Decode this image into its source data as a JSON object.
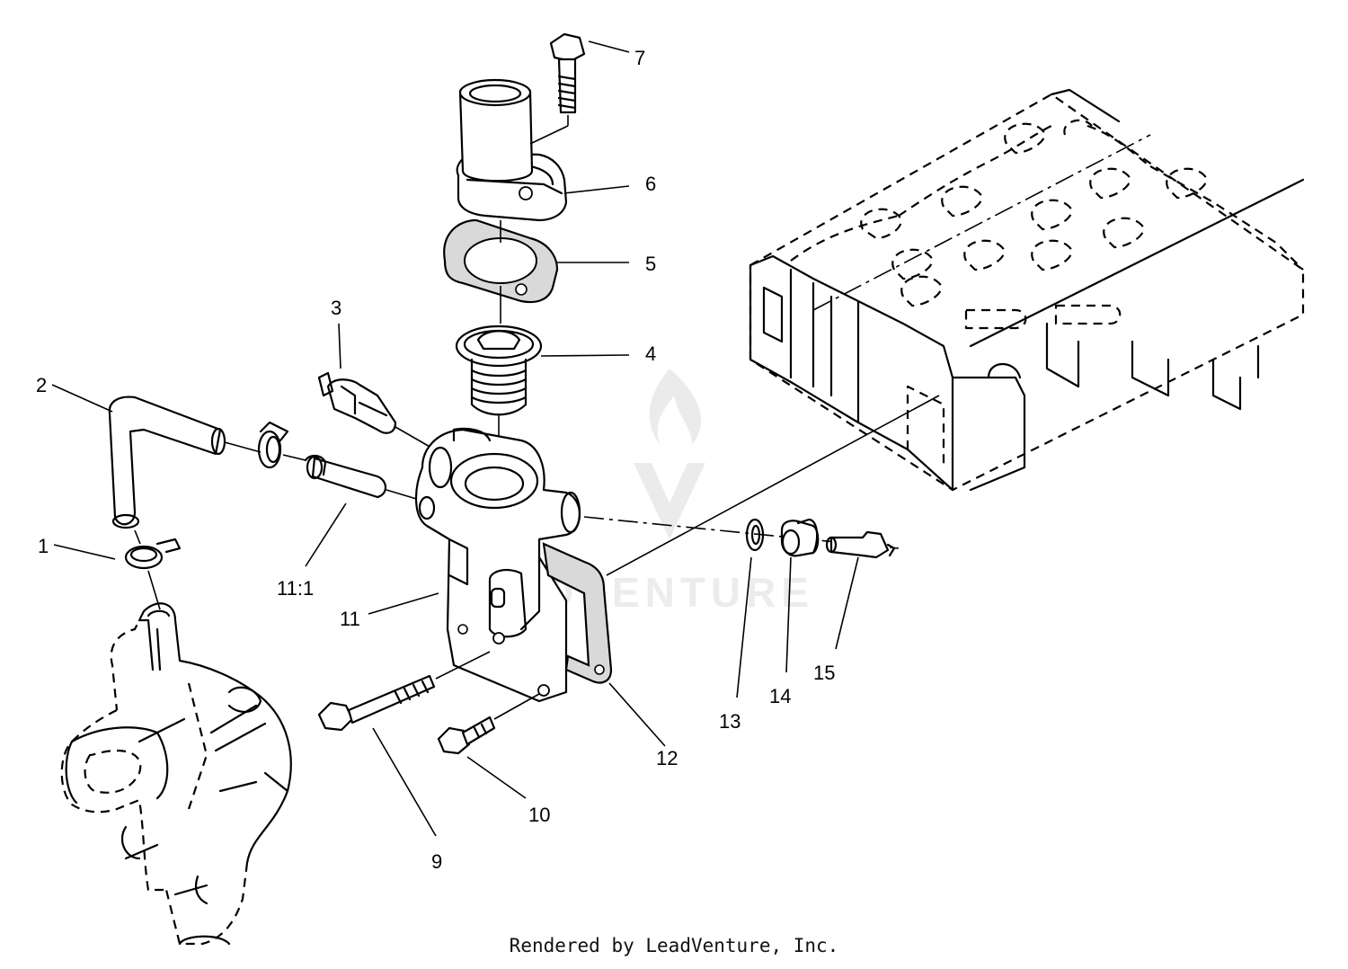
{
  "diagram": {
    "callouts": [
      "1",
      "2",
      "3",
      "4",
      "5",
      "6",
      "7",
      "9",
      "10",
      "11",
      "11:1",
      "12",
      "13",
      "14",
      "15"
    ]
  },
  "watermark": "LEADVENTURE",
  "credit": "Rendered by LeadVenture, Inc."
}
